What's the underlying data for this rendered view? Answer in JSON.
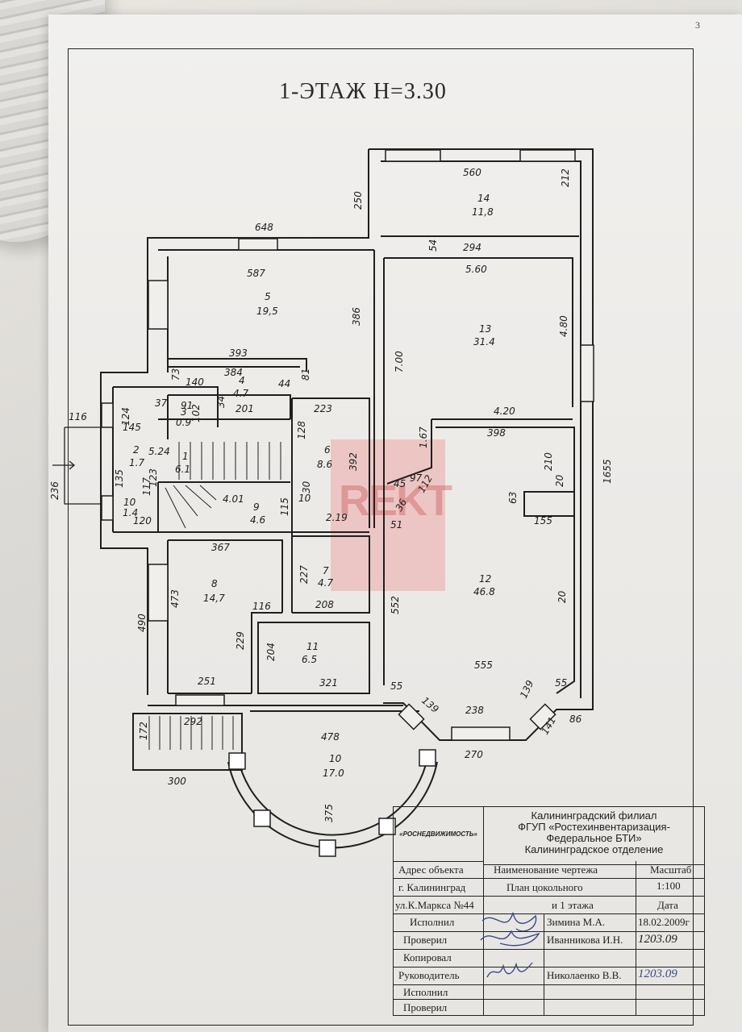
{
  "page_number": "3",
  "plan_title": "1-ЭТАЖ  H=3.30",
  "stamp_text": "REKT",
  "rooms": [
    {
      "num": "14",
      "area": "11,8"
    },
    {
      "num": "5",
      "area": "19,5"
    },
    {
      "num": "13",
      "area": "31.4"
    },
    {
      "num": "4",
      "area": "4.7"
    },
    {
      "num": "6",
      "area": "8.6"
    },
    {
      "num": "1",
      "area": "6.1"
    },
    {
      "num": "2",
      "area": "1.7"
    },
    {
      "num": "3",
      "area": "0.9"
    },
    {
      "num": "9",
      "area": "4.6"
    },
    {
      "num": "10",
      "area": "1.4"
    },
    {
      "num": "12",
      "area": "46.8"
    },
    {
      "num": "8",
      "area": "14,7"
    },
    {
      "num": "7",
      "area": "4.7"
    },
    {
      "num": "11",
      "area": "6.5"
    },
    {
      "num": "10",
      "area": "17.0"
    }
  ],
  "dims": {
    "d250": "250",
    "d560": "560",
    "d212": "212",
    "d648": "648",
    "d54": "54",
    "d294": "294",
    "d587": "587",
    "d560b": "5.60",
    "d386": "386",
    "d480": "4.80",
    "d700": "7.00",
    "d393": "393",
    "d384": "384",
    "d140": "140",
    "d73": "73",
    "d44": "44",
    "d81": "81",
    "d201": "201",
    "d34": "34",
    "d223": "223",
    "d420": "4.20",
    "d116": "116",
    "d124": "124",
    "d37": "37",
    "d145": "145",
    "d91": "91",
    "d102": "102",
    "d128": "128",
    "d392": "392",
    "d167": "1.67",
    "d398": "398",
    "d210": "210",
    "d1655": "1655",
    "d236": "236",
    "d524": "5.24",
    "d135": "135",
    "d117": "117",
    "d123": "123",
    "d401": "4.01",
    "d115": "115",
    "d30": "30",
    "d10": "10",
    "d459": "45",
    "d97": "97",
    "d112": "112",
    "d36": "36",
    "d20": "20",
    "d63": "63",
    "d155": "155",
    "d120": "120",
    "d219": "2.19",
    "d51": "51",
    "d367": "367",
    "d490": "490",
    "d473": "473",
    "d227": "227",
    "d208": "208",
    "d116b": "116",
    "d229": "229",
    "d204": "204",
    "d552": "552",
    "d20b": "20",
    "d555": "555",
    "d251": "251",
    "d321": "321",
    "d55": "55",
    "d139": "139",
    "d139b": "139",
    "d55b": "55",
    "d238": "238",
    "d86": "86",
    "d141": "141",
    "d172": "172",
    "d292": "292",
    "d478": "478",
    "d270": "270",
    "d300": "300",
    "d375": "375"
  },
  "title_block": {
    "org_left": "«РОСНЕДВИЖИМОСТЬ»",
    "org_lines": [
      "Калининградский филиал",
      "ФГУП «Ростехинвентаризация-",
      "Федеральное БТИ»",
      "Калининградское отделение"
    ],
    "address_header": "Адрес объекта",
    "drawing_header": "Наименование чертежа",
    "scale_header": "Масштаб",
    "scale_value": "1:100",
    "city": "г. Калининград",
    "drawing_name_1": "План цокольного",
    "street": "ул.К.Маркса №44",
    "drawing_name_2": "и 1 этажа",
    "date_header": "Дата",
    "rows": [
      {
        "role": "Исполнил",
        "name": "Зимина М.А.",
        "date": "18.02.2009г"
      },
      {
        "role": "Проверил",
        "name": "Иванникова И.Н.",
        "date": "1203.09"
      },
      {
        "role": "Копировал",
        "name": "",
        "date": ""
      },
      {
        "role": "Руководитель",
        "name": "Николаенко В.В.",
        "date": "1203.09"
      },
      {
        "role": "Исполнил",
        "name": "",
        "date": ""
      },
      {
        "role": "Проверил",
        "name": "",
        "date": ""
      }
    ]
  }
}
